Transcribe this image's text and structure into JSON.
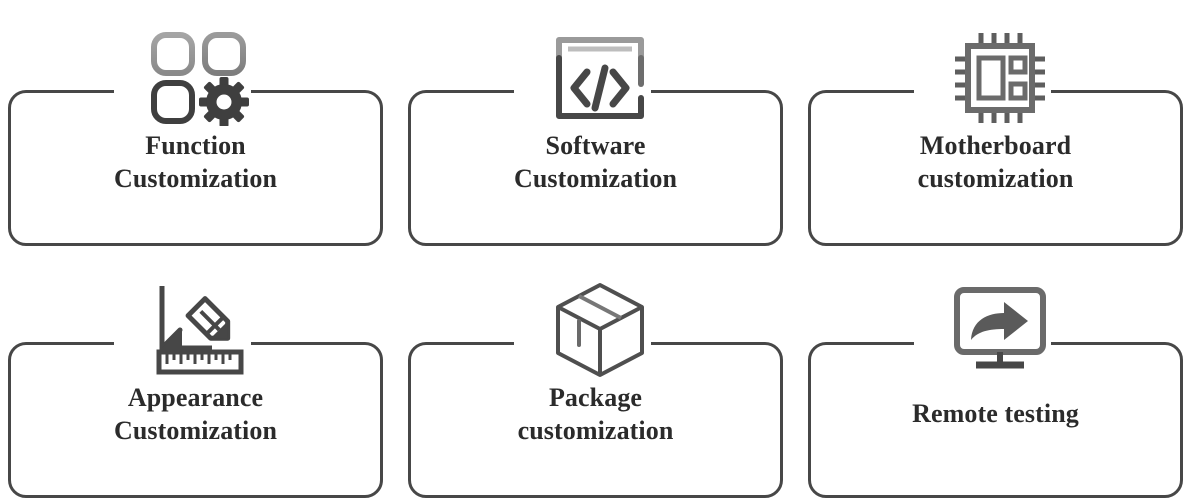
{
  "theme": {
    "background": "#ffffff",
    "border_color": "#474747",
    "text_color": "#2b2b2b",
    "icon_dark": "#4a4a4a",
    "icon_light": "#8c8c8c"
  },
  "grid": {
    "columns": 3,
    "rows": 2
  },
  "cards": [
    {
      "id": "function-customization",
      "icon": "apps-gear-icon",
      "label": "Function\nCustomization",
      "lines": [
        "Function",
        "Customization"
      ],
      "single_line": false
    },
    {
      "id": "software-customization",
      "icon": "code-window-icon",
      "label": "Software\nCustomization",
      "lines": [
        "Software",
        "Customization"
      ],
      "single_line": false
    },
    {
      "id": "motherboard-customization",
      "icon": "cpu-chip-icon",
      "label": "Motherboard\ncustomization",
      "lines": [
        "Motherboard",
        "customization"
      ],
      "single_line": false
    },
    {
      "id": "appearance-customization",
      "icon": "ruler-pencil-icon",
      "label": "Appearance\nCustomization",
      "lines": [
        "Appearance",
        "Customization"
      ],
      "single_line": false
    },
    {
      "id": "package-customization",
      "icon": "package-box-icon",
      "label": "Package\ncustomization",
      "lines": [
        "Package",
        "customization"
      ],
      "single_line": false
    },
    {
      "id": "remote-testing",
      "icon": "monitor-share-icon",
      "label": "Remote testing",
      "lines": [
        "Remote testing"
      ],
      "single_line": true
    }
  ]
}
